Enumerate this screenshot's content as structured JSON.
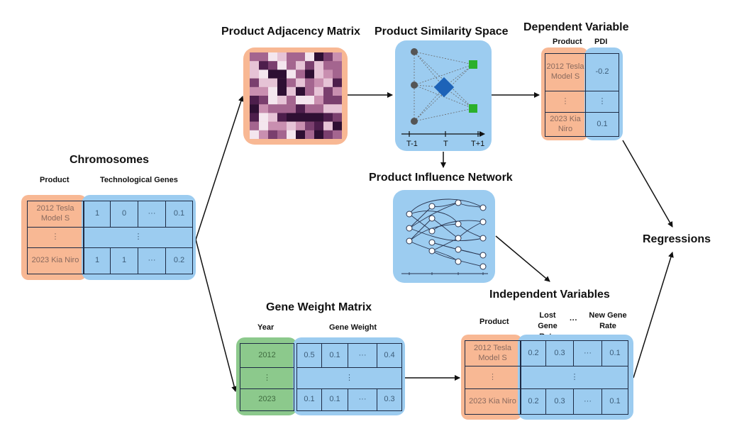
{
  "colors": {
    "product_panel": "#f8b894",
    "gene_panel": "#9cccf0",
    "year_panel": "#8cc98c",
    "grid_line": "#1d2a44"
  },
  "chromosomes": {
    "title": "Chromosomes",
    "product_header": "Product",
    "genes_header": "Technological Genes",
    "rows": [
      {
        "product": "2012 Tesla Model S",
        "genes": [
          "1",
          "0",
          "···",
          "0.1"
        ]
      },
      {
        "product": "⋮",
        "genes": [
          "⋮"
        ]
      },
      {
        "product": "2023 Kia Niro",
        "genes": [
          "1",
          "1",
          "···",
          "0.2"
        ]
      }
    ]
  },
  "adjacency": {
    "title": "Product Adjacency Matrix"
  },
  "similarity": {
    "title": "Product Similarity Space",
    "ticks": [
      "T-1",
      "T",
      "T+1"
    ]
  },
  "dependent": {
    "title": "Dependent Variable",
    "product_header": "Product",
    "pdi_header": "PDI",
    "rows": [
      {
        "product": "2012 Tesla Model S",
        "pdi": "-0.2"
      },
      {
        "product": "⋮",
        "pdi": "⋮"
      },
      {
        "product": "2023 Kia Niro",
        "pdi": "0.1"
      }
    ]
  },
  "influence": {
    "title": "Product Influence Network"
  },
  "regressions": {
    "title": "Regressions"
  },
  "gene_weight": {
    "title": "Gene Weight Matrix",
    "year_header": "Year",
    "weight_header": "Gene Weight",
    "rows": [
      {
        "year": "2012",
        "weights": [
          "0.5",
          "0.1",
          "···",
          "0.4"
        ]
      },
      {
        "year": "⋮",
        "weights": [
          "⋮"
        ]
      },
      {
        "year": "2023",
        "weights": [
          "0.1",
          "0.1",
          "···",
          "0.3"
        ]
      }
    ]
  },
  "independent": {
    "title": "Independent Variables",
    "product_header": "Product",
    "lost_header": "Lost Gene Rate",
    "ellipsis_header": "···",
    "new_header": "New Gene Rate",
    "rows": [
      {
        "product": "2012 Tesla Model S",
        "values": [
          "0.2",
          "0.3",
          "···",
          "0.1"
        ]
      },
      {
        "product": "⋮",
        "values": [
          "⋮"
        ]
      },
      {
        "product": "2023 Kia Niro",
        "values": [
          "0.2",
          "0.3",
          "···",
          "0.1"
        ]
      }
    ]
  }
}
